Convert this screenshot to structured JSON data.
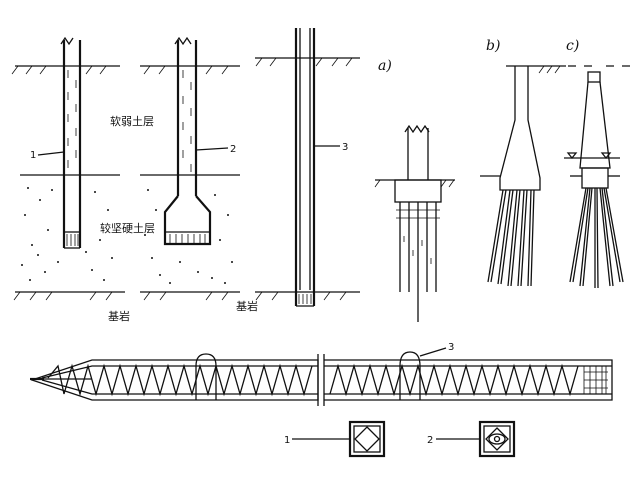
{
  "labels": {
    "soft_layer": "软弱土层",
    "hard_layer": "较坚硬土层",
    "bedrock_1": "基岩",
    "bedrock_2": "基岩",
    "num_1": "1",
    "num_2": "2",
    "num_3": "3",
    "sub_a": "a)",
    "sub_b": "b)",
    "sub_c": "c)",
    "beam_num_3": "3",
    "section_num_1": "1",
    "section_num_2": "2"
  }
}
